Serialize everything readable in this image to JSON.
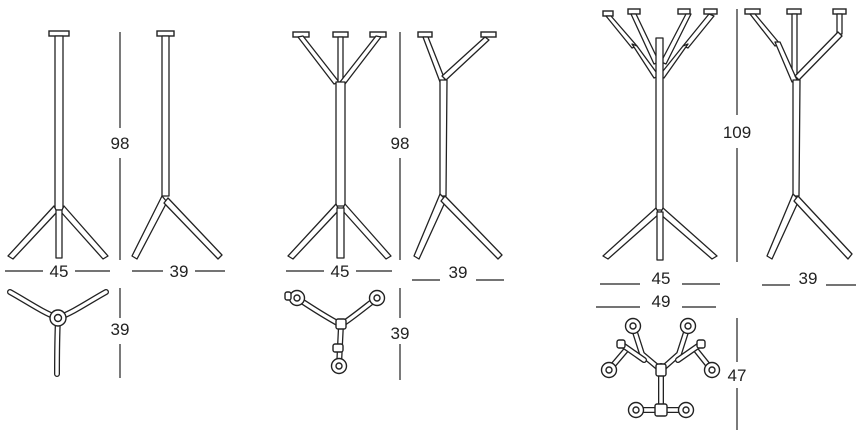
{
  "diagram": {
    "models": [
      {
        "height_label": "98",
        "front_width_label": "45",
        "side_width_label": "39",
        "base_depth_label": "39"
      },
      {
        "height_label": "98",
        "front_width_label": "45",
        "side_width_label": "39",
        "base_depth_label": "39"
      },
      {
        "height_label": "109",
        "front_width_label": "45",
        "side_width_label": "39",
        "base_width_label": "49",
        "base_depth_label": "47"
      }
    ]
  }
}
